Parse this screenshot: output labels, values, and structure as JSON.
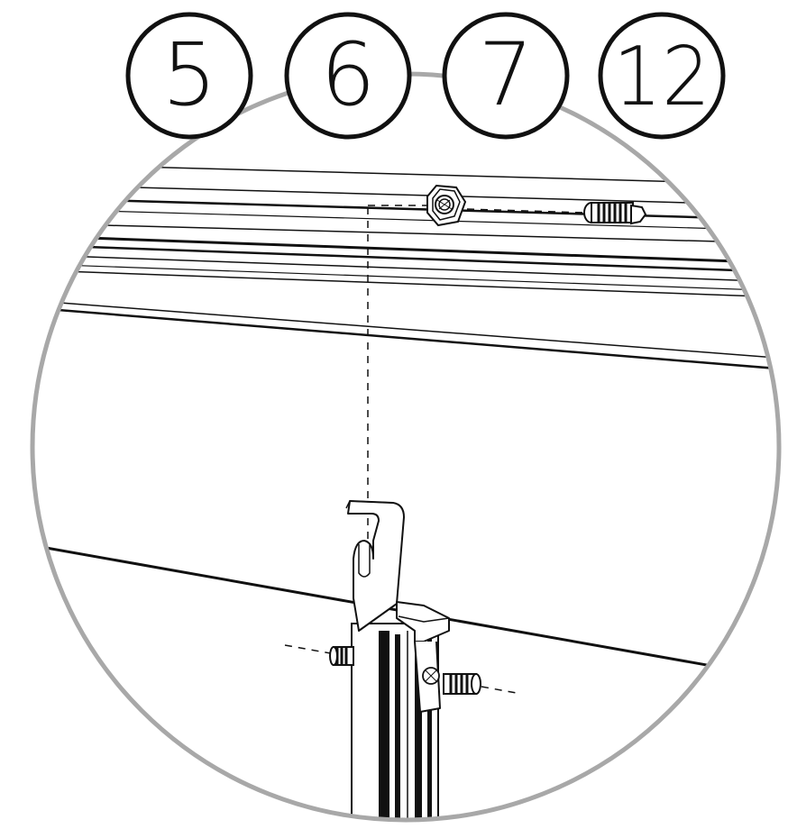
{
  "diagram": {
    "part_callouts": [
      {
        "id": "part-5",
        "number": "5"
      },
      {
        "id": "part-6",
        "number": "6"
      },
      {
        "id": "part-7",
        "number": "7"
      },
      {
        "id": "part-12",
        "number": "12"
      }
    ],
    "colors": {
      "detail_circle": "#a8a8a8",
      "line": "#111111",
      "background": "#ffffff"
    },
    "icons": [
      "hex-nut-icon",
      "threaded-bolt-icon",
      "hook-bracket-icon",
      "side-bolt-icon"
    ]
  }
}
